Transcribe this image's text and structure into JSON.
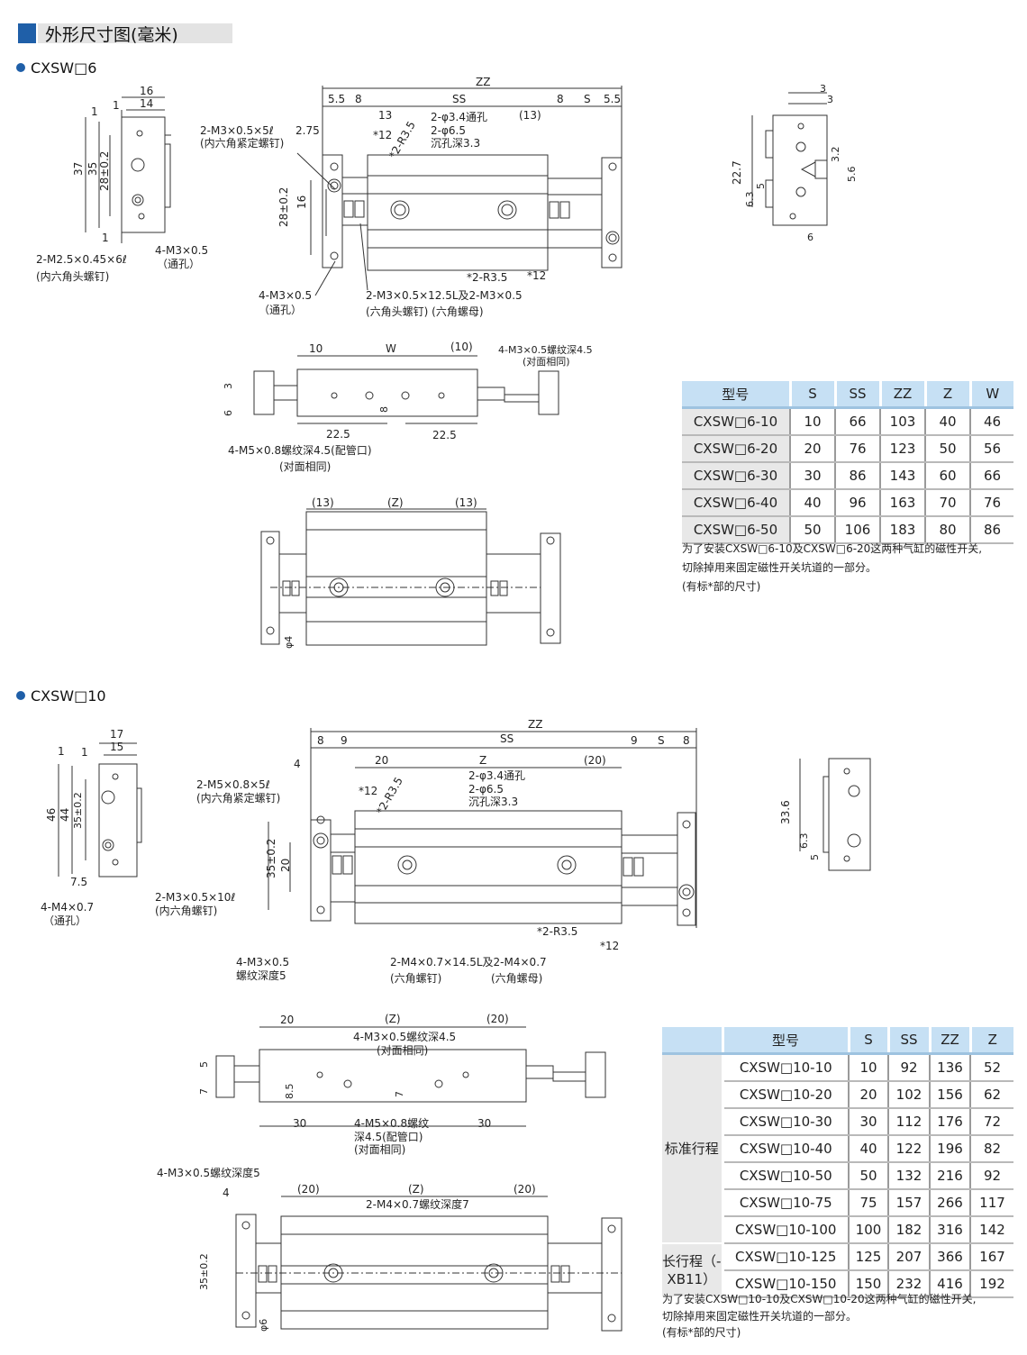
{
  "header": {
    "title": "外形尺寸图(毫米)"
  },
  "sections": [
    {
      "title": "CXSW□6",
      "labels": {
        "side_16": "16",
        "side_14": "14",
        "side_1a": "1",
        "side_1b": "1",
        "side_37": "37",
        "side_35": "35",
        "side_28": "28±0.2",
        "side_1c": "1",
        "side_screw": "2-M2.5×0.45×6ℓ",
        "side_screw_note": "(内六角头螺钉)",
        "side_hole": "4-M3×0.5",
        "side_hole_note": "（通孔）",
        "zz": "ZZ",
        "d55a": "5.5",
        "d8a": "8",
        "ss": "SS",
        "d8b": "8",
        "s": "S",
        "d55b": "5.5",
        "d13": "13",
        "d13b": "(13)",
        "bore1": "2-φ3.4通孔",
        "bore2": "2-φ6.5",
        "bore3": "沉孔深3.3",
        "star12a": "*12",
        "r35a": "*2-R3.5",
        "set_screw": "2-M3×0.5×5ℓ",
        "set_screw_note": "(内六角紧定螺钉)",
        "d275": "2.75",
        "d28": "28±0.2",
        "d16": "16",
        "r35b": "*2-R3.5",
        "star12b": "*12",
        "hole4": "4-M3×0.5",
        "hole4_note": "（通孔）",
        "bolt": "2-M3×0.5×12.5L及2-M3×0.5",
        "bolt_note": "(六角头螺钉) (六角螺母)",
        "r_3a": "3",
        "r_3b": "3",
        "r_227": "22.7",
        "r_5": "5",
        "r_63": "6.3",
        "r_32": "3.2",
        "r_56": "5.6",
        "r_6": "6",
        "f_10": "10",
        "f_w": "W",
        "f_10b": "(10)",
        "f_thread": "4-M3×0.5螺纹深4.5",
        "f_same": "(对面相同)",
        "f_3": "3",
        "f_6": "6",
        "f_8": "8",
        "f_225a": "22.5",
        "f_225b": "22.5",
        "f_port": "4-M5×0.8螺纹深4.5(配管口)",
        "f_port_same": "(对面相同)",
        "b_13a": "(13)",
        "b_z": "(Z)",
        "b_13b": "(13)",
        "b_phi4": "φ4"
      }
    },
    {
      "title": "CXSW□10",
      "labels": {
        "side_17": "17",
        "side_15": "15",
        "side_1a": "1",
        "side_1b": "1",
        "side_46": "46",
        "side_44": "44",
        "side_35": "35±0.2",
        "side_75": "7.5",
        "side_hole": "4-M4×0.7",
        "side_hole_note": "（通孔）",
        "side_screw": "2-M3×0.5×10ℓ",
        "side_screw_note": "(内六角螺钉)",
        "zz": "ZZ",
        "d8a": "8",
        "d9a": "9",
        "ss": "SS",
        "d9b": "9",
        "s": "S",
        "d8b": "8",
        "d4": "4",
        "d20": "20",
        "z": "Z",
        "d20b": "(20)",
        "bore1": "2-φ3.4通孔",
        "bore2": "2-φ6.5",
        "bore3": "沉孔深3.3",
        "star12a": "*12",
        "r35a": "*2-R3.5",
        "set_screw": "2-M5×0.8×5ℓ",
        "set_screw_note": "(内六角紧定螺钉)",
        "d35": "35±0.2",
        "d20v": "20",
        "r35b": "*2-R3.5",
        "star12b": "*12",
        "hole4": "4-M3×0.5",
        "hole4_note": "螺纹深度5",
        "bolt": "2-M4×0.7×14.5L及2-M4×0.7",
        "bolt_note1": "(六角螺钉)",
        "bolt_note2": "(六角螺母)",
        "r_336": "33.6",
        "r_63": "6.3",
        "r_5": "5",
        "f_20": "20",
        "f_z": "(Z)",
        "f_20b": "(20)",
        "f_thread": "4-M3×0.5螺纹深4.5",
        "f_same": "(对面相同)",
        "f_5": "5",
        "f_7": "7",
        "f_85": "8.5",
        "f_7b": "7",
        "f_30a": "30",
        "f_30b": "30",
        "f_port1": "4-M5×0.8螺纹",
        "f_port2": "深4.5(配管口)",
        "f_port_same": "(对面相同)",
        "b_thread": "4-M3×0.5螺纹深度5",
        "b_4": "4",
        "b_20a": "(20)",
        "b_z": "(Z)",
        "b_20b": "(20)",
        "b_m4": "2-M4×0.7螺纹深度7",
        "b_35": "35±0.2",
        "b_phi6": "φ6"
      }
    }
  ],
  "table6": {
    "headers": [
      "型号",
      "S",
      "SS",
      "ZZ",
      "Z",
      "W"
    ],
    "rows": [
      [
        "CXSW□6-10",
        "10",
        "66",
        "103",
        "40",
        "46"
      ],
      [
        "CXSW□6-20",
        "20",
        "76",
        "123",
        "50",
        "56"
      ],
      [
        "CXSW□6-30",
        "30",
        "86",
        "143",
        "60",
        "66"
      ],
      [
        "CXSW□6-40",
        "40",
        "96",
        "163",
        "70",
        "76"
      ],
      [
        "CXSW□6-50",
        "50",
        "106",
        "183",
        "80",
        "86"
      ]
    ],
    "notes": [
      "为了安装CXSW□6-10及CXSW□6-20这两种气缸的磁性开关,",
      "切除掉用来固定磁性开关坑道的一部分。",
      "(有标*部的尺寸)"
    ]
  },
  "table10": {
    "headers": [
      "型号",
      "S",
      "SS",
      "ZZ",
      "Z"
    ],
    "groups": [
      "标准行程",
      "长行程（-XB11）"
    ],
    "rows": [
      [
        "CXSW□10-10",
        "10",
        "92",
        "136",
        "52"
      ],
      [
        "CXSW□10-20",
        "20",
        "102",
        "156",
        "62"
      ],
      [
        "CXSW□10-30",
        "30",
        "112",
        "176",
        "72"
      ],
      [
        "CXSW□10-40",
        "40",
        "122",
        "196",
        "82"
      ],
      [
        "CXSW□10-50",
        "50",
        "132",
        "216",
        "92"
      ],
      [
        "CXSW□10-75",
        "75",
        "157",
        "266",
        "117"
      ],
      [
        "CXSW□10-100",
        "100",
        "182",
        "316",
        "142"
      ],
      [
        "CXSW□10-125",
        "125",
        "207",
        "366",
        "167"
      ],
      [
        "CXSW□10-150",
        "150",
        "232",
        "416",
        "192"
      ]
    ],
    "notes": [
      "为了安装CXSW□10-10及CXSW□10-20这两种气缸的磁性开关,",
      "切除掉用来固定磁性开关坑道的一部分。",
      "(有标*部的尺寸)"
    ]
  },
  "colors": {
    "accent": "#1f5fa8",
    "table_header": "#c6e0f4",
    "model_cell": "#e8e8e8"
  }
}
